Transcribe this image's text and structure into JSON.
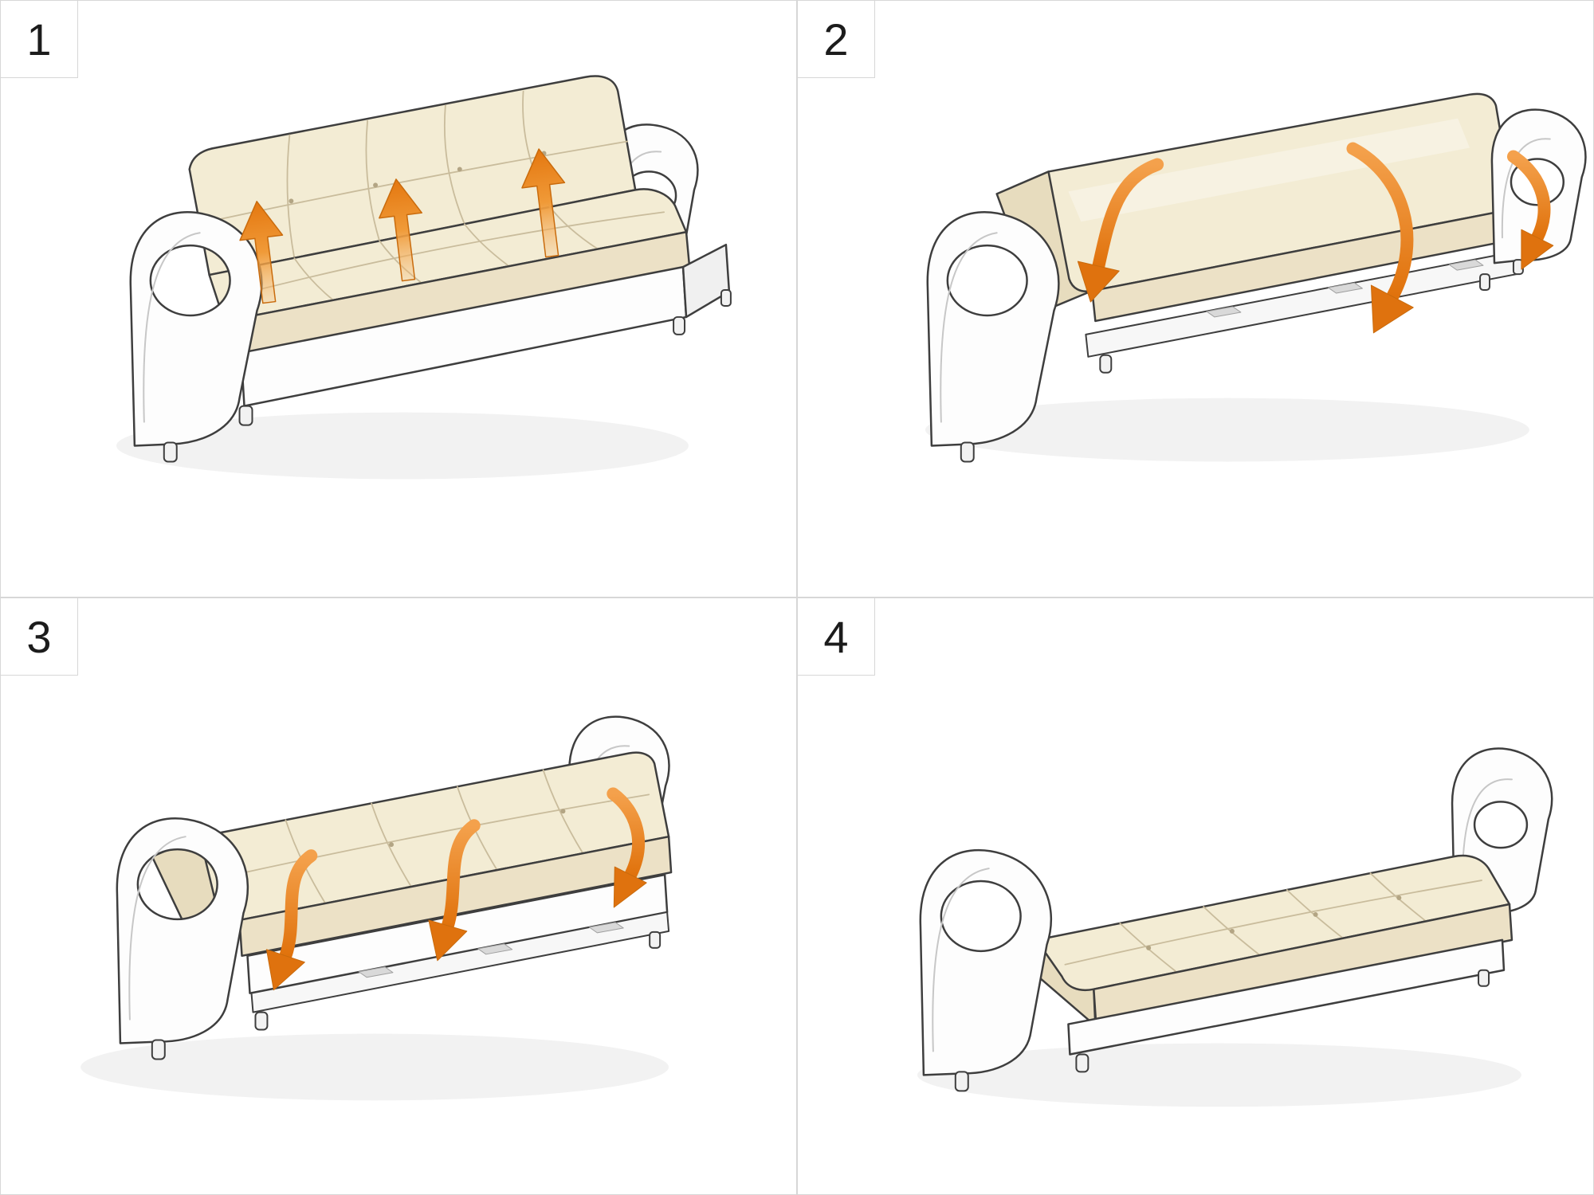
{
  "document": {
    "kind": "sofa-bed-unfolding-instruction-sheet",
    "steps_total": "4"
  },
  "colors": {
    "accent_arrow": "#E8811C",
    "accent_arrow_dark": "#DF720E",
    "cushion_cream": "#F3ECD4",
    "frame_white": "#FDFDFD",
    "outline_gray": "#3E3E3E",
    "divider_gray": "#D7D7D7"
  },
  "panels": [
    {
      "step": "1",
      "illustration": "sofa-with-lift-arrows",
      "icons": [
        "lift-arrow-icon",
        "lift-arrow-icon",
        "lift-arrow-icon"
      ]
    },
    {
      "step": "2",
      "illustration": "backrest-folding-forward",
      "icons": [
        "fold-arrow-icon",
        "fold-arrow-icon",
        "fold-arrow-icon"
      ]
    },
    {
      "step": "3",
      "illustration": "cushion-unfolding-to-front",
      "icons": [
        "fold-arrow-icon",
        "fold-arrow-icon",
        "fold-arrow-icon"
      ]
    },
    {
      "step": "4",
      "illustration": "flat-bed-position",
      "icons": []
    }
  ]
}
